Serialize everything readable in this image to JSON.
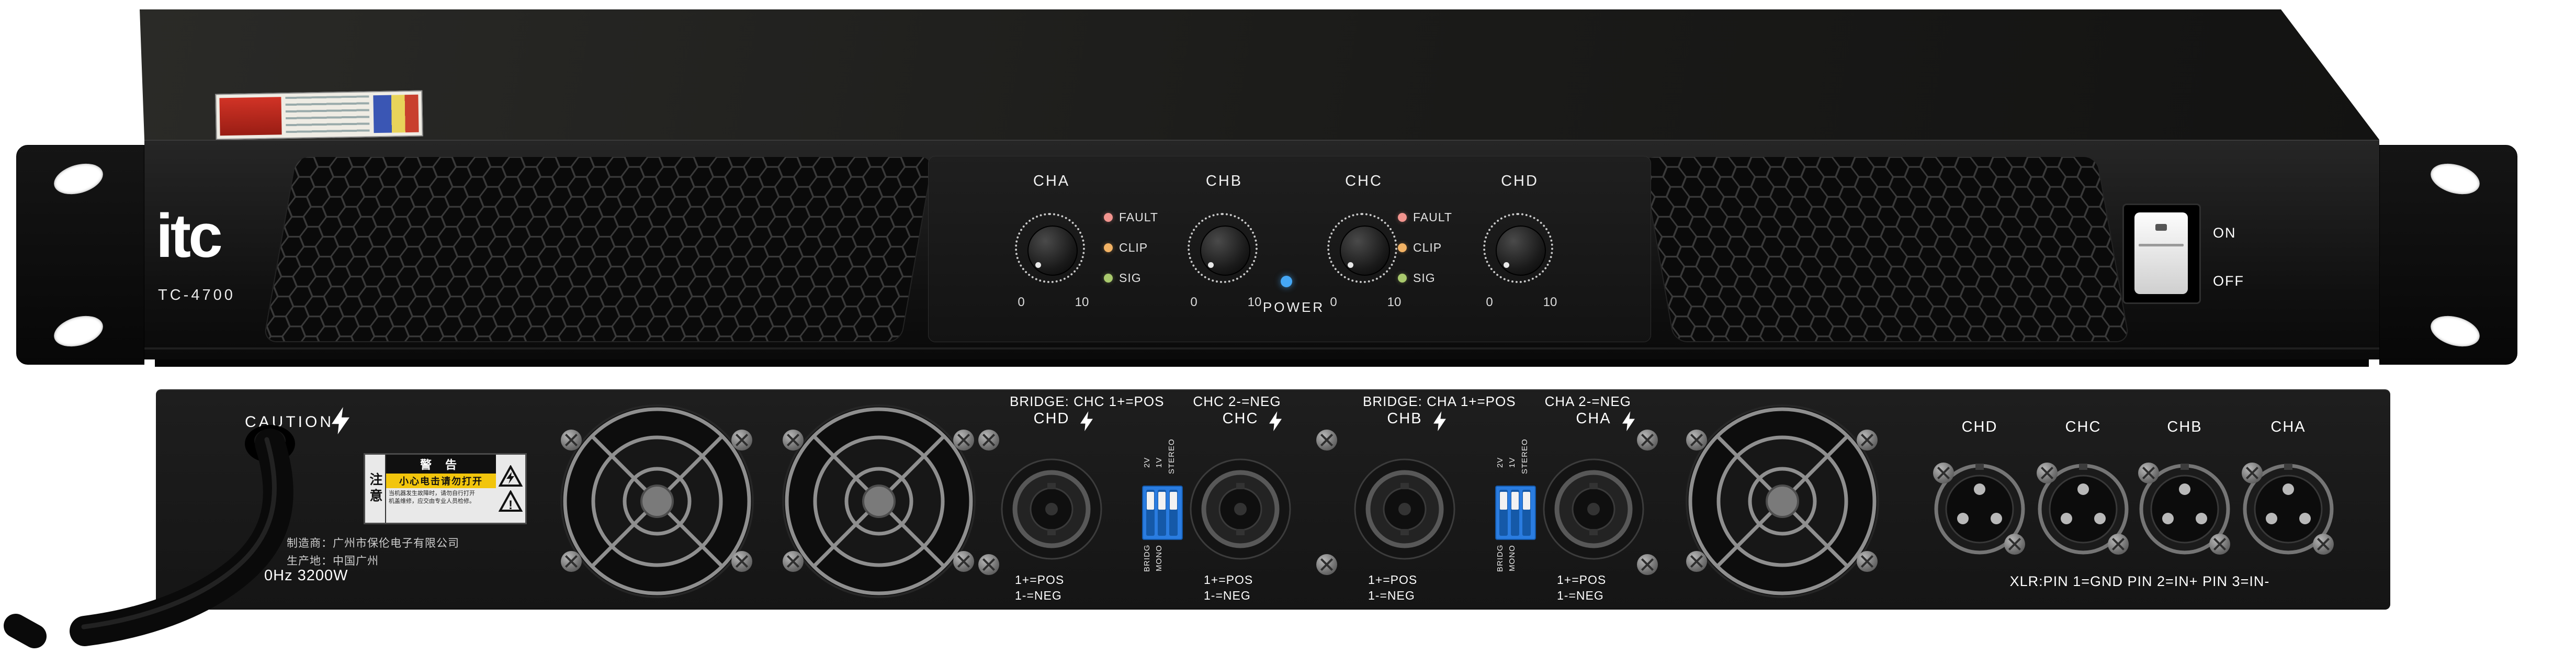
{
  "product": {
    "brand": "itc",
    "model": "TC-4700"
  },
  "front_panel": {
    "channels": [
      "CHA",
      "CHB",
      "CHC",
      "CHD"
    ],
    "knob_scale": {
      "min": "0",
      "max": "10"
    },
    "indicators": [
      {
        "label": "FAULT",
        "color": "#f2948e"
      },
      {
        "label": "CLIP",
        "color": "#f2b264"
      },
      {
        "label": "SIG",
        "color": "#a9c96d"
      }
    ],
    "power": {
      "label": "POWER",
      "led_color": "#45a7f5"
    },
    "power_switch": {
      "on": "ON",
      "off": "OFF"
    }
  },
  "rear_panel": {
    "caution": "CAUTION",
    "power_rating": "0Hz 3200W",
    "manufacturer_line1": "制造商：广州市保伦电子有限公司",
    "manufacturer_line2": "生产地：中国广州",
    "warning_label": {
      "title": "警 告",
      "strip": "小心电击请勿打开",
      "side": "注意",
      "fine_print_line1": "当机器发生故障时，请勿自行打开",
      "fine_print_line2": "机盖维修，应交由专业人员检修。"
    },
    "bridge_sections": [
      {
        "header_left": "BRIDGE: CHC 1+=POS",
        "header_right": "CHC 2-=NEG",
        "channel_left": "CHD",
        "channel_right": "CHC",
        "wiring_pos": "1+=POS",
        "wiring_neg": "1-=NEG"
      },
      {
        "header_left": "BRIDGE: CHA 1+=POS",
        "header_right": "CHA 2-=NEG",
        "channel_left": "CHB",
        "channel_right": "CHA",
        "wiring_pos": "1+=POS",
        "wiring_neg": "1-=NEG"
      }
    ],
    "dip_switch_labels": {
      "sens_2v": "2V",
      "sens_1v": "1V",
      "stereo": "STEREO",
      "bridge": "BRIDG",
      "mono": "MONO"
    },
    "xlr": {
      "channels": [
        "CHD",
        "CHC",
        "CHB",
        "CHA"
      ],
      "pinout": "XLR:PIN 1=GND PIN 2=IN+ PIN 3=IN-"
    }
  }
}
